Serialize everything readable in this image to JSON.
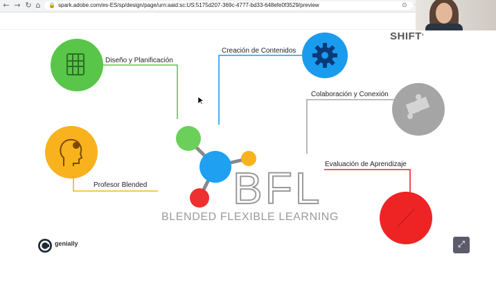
{
  "browser": {
    "back_icon": "arrow-left-icon",
    "forward_icon": "arrow-right-icon",
    "reload_icon": "reload-icon",
    "url": "spark.adobe.com/es-ES/sp/design/page/urn:aaid:sc:US:5175d207-369c-4777-bd33-648efe0f3529/preview"
  },
  "diagram": {
    "labels": {
      "diseno": "Diseño y Planificación",
      "creacion": "Creación de Contenidos",
      "colaboracion": "Colaboración y Conexión",
      "evaluacion": "Evaluación de Aprendizaje",
      "profesor": "Profesor Blended"
    },
    "logo_title": "BFL",
    "logo_subtitle": "BLENDED FLEXIBLE LEARNING",
    "colors": {
      "green": "#59c64a",
      "blue": "#1a9cee",
      "yellow": "#f7b21e",
      "gray": "#a5a5a5",
      "red": "#ee2424"
    }
  },
  "brand": {
    "shift": "SHIFT",
    "genially": "genially"
  }
}
